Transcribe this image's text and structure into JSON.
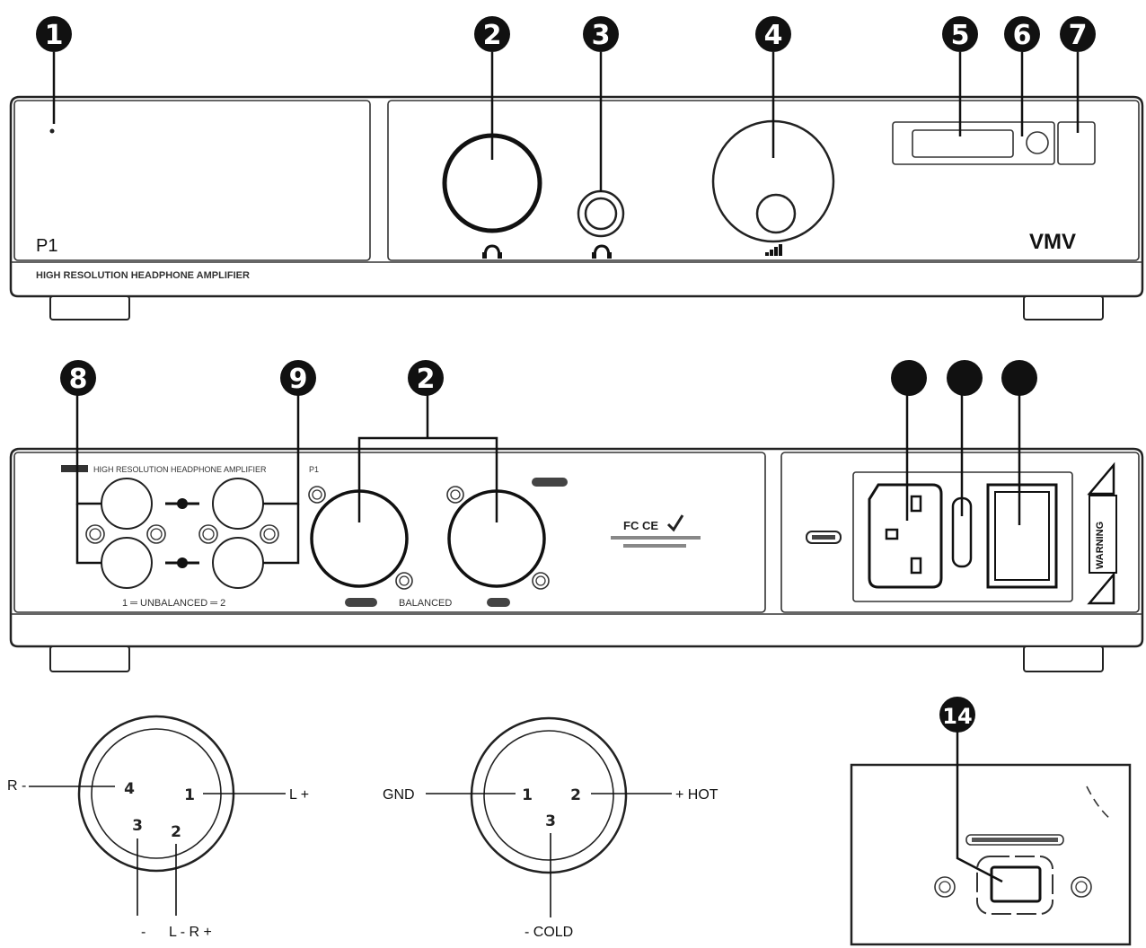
{
  "front_panel": {
    "model": "P1",
    "caption": "HIGH RESOLUTION HEADPHONE AMPLIFIER",
    "brand": "VMV"
  },
  "rear_panel": {
    "caption": "HIGH RESOLUTION HEADPHONE AMPLIFIER",
    "model": "P1",
    "unbalanced_label": "1 ═ UNBALANCED ═ 2",
    "balanced_label": "BALANCED",
    "warning": "WARNING"
  },
  "callouts_front": [
    "1",
    "2",
    "3",
    "4",
    "5",
    "6",
    "7"
  ],
  "callouts_rear": [
    "8",
    "9",
    "2"
  ],
  "callout_bottom": "14",
  "connector_left": {
    "pin4_label": "R -",
    "pin1_label": "L +",
    "pin3_label": "-",
    "pin2_label": "L - R +",
    "pins": [
      "4",
      "1",
      "3",
      "2"
    ]
  },
  "connector_right": {
    "gnd_label": "GND",
    "hot_label": "+ HOT",
    "cold_label": "- COLD",
    "pins": [
      "1",
      "2",
      "3"
    ]
  },
  "colors": {
    "ink": "#111111",
    "paper": "#ffffff"
  }
}
